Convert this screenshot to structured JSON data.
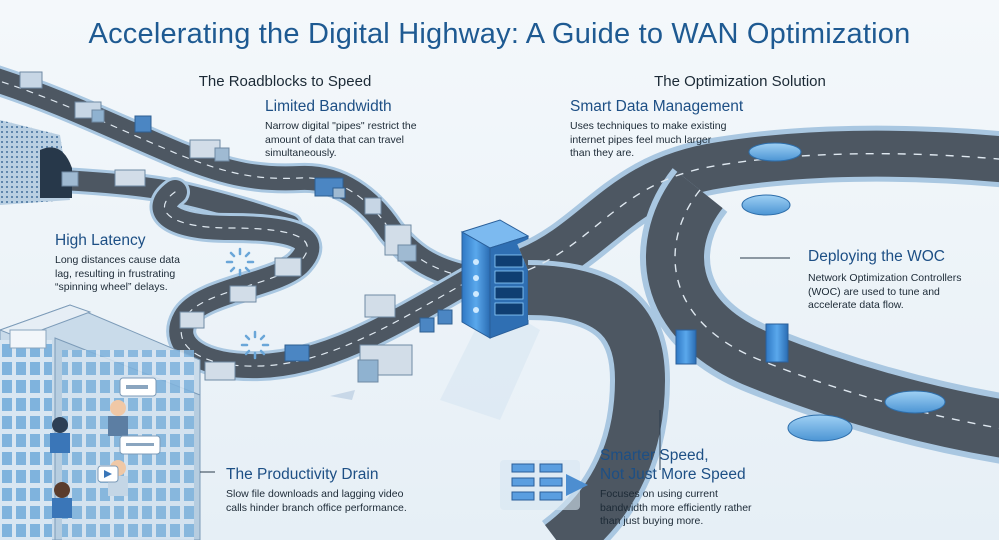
{
  "title": "Accelerating the Digital Highway: A Guide to WAN Optimization",
  "sections": {
    "left": "The Roadblocks to Speed",
    "right": "The Optimization Solution"
  },
  "blocks": {
    "limited_bandwidth": {
      "heading": "Limited Bandwidth",
      "lines": [
        "Narrow digital \"pipes\" restrict the",
        "amount of data that can travel",
        "simultaneously."
      ]
    },
    "high_latency": {
      "heading": "High Latency",
      "lines": [
        "Long distances cause data",
        "lag, resulting in frustrating",
        "“spinning wheel” delays."
      ]
    },
    "productivity_drain": {
      "heading": "The Productivity Drain",
      "lines": [
        "Slow file downloads and lagging video",
        "calls hinder branch office performance."
      ]
    },
    "smart_data": {
      "heading": "Smart Data Management",
      "lines": [
        "Uses techniques to make existing",
        "internet pipes feel much larger",
        "than they are."
      ]
    },
    "deploying_woc": {
      "heading": "Deploying the WOC",
      "lines": [
        "Network Optimization Controllers",
        "(WOC) are used to tune and",
        "accelerate data flow."
      ]
    },
    "smarter_speed": {
      "heading_lines": [
        "Smarter Speed,",
        "Not Just More Speed"
      ],
      "lines": [
        "Focuses on using current",
        "bandwidth more efficiently rather",
        "than just buying more."
      ]
    }
  },
  "icons": [
    "tunnel-icon",
    "server-rack-icon",
    "spinning-wheel-icon",
    "office-building-icon",
    "car-icon",
    "truck-icon",
    "data-packet-icon",
    "woc-device-icon",
    "chat-bubble-icon",
    "video-camera-icon"
  ],
  "colors": {
    "title": "#1e5a92",
    "heading": "#1d4f85",
    "road": "#4d5762",
    "road_edge": "#9fc3e2",
    "server": "#3f8ed8",
    "background": "#eef4f8"
  }
}
